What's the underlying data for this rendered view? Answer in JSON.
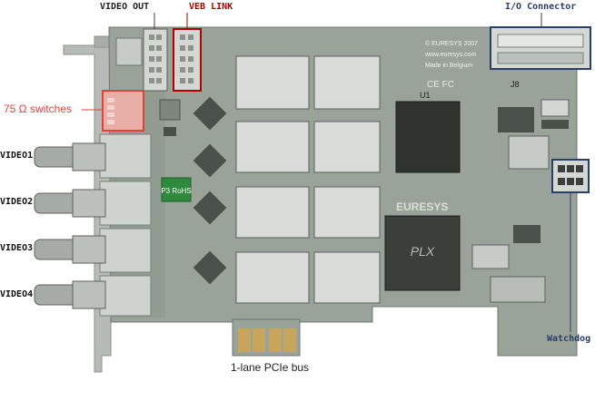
{
  "labels": {
    "video_out": "VIDEO OUT",
    "veb_link": "VEB LINK",
    "io_connector": "I/O Connector",
    "switches": "75 Ω switches",
    "video1": "VIDEO1",
    "video2": "VIDEO2",
    "video3": "VIDEO3",
    "video4": "VIDEO4",
    "watchdog": "Watchdog",
    "pcie_bus": "1-lane PCIe bus"
  },
  "board": {
    "brand": "EURESYS",
    "copyright": "© EURESYS 2007",
    "url": "www.euresys.com",
    "origin": "Made in Belgium",
    "chip_label": "U1",
    "connector_label": "J8",
    "fcc_mark": "CE FC",
    "plx_mark": "PLX",
    "badge": "P3 RoHS"
  },
  "colors": {
    "pcb": "#9aa39a",
    "pcb_dark": "#7f887f",
    "chip": "#2e332e",
    "bracket": "#b3b7b3",
    "veb_link": "#b00000",
    "switch_callout": "#e0413a",
    "connector_callout": "#2a3f68",
    "text": "#222222"
  }
}
